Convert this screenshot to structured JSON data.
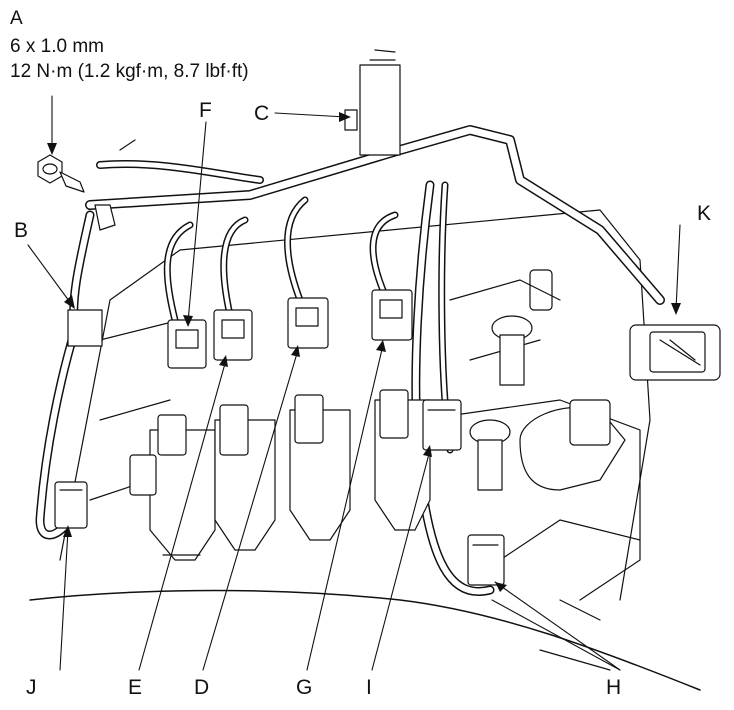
{
  "spec": {
    "letter": "A",
    "size": "6 x 1.0 mm",
    "torque": "12 N·m (1.2 kgf·m, 8.7 lbf·ft)"
  },
  "labels": {
    "B": "B",
    "C": "C",
    "D": "D",
    "E": "E",
    "F": "F",
    "G": "G",
    "H": "H",
    "I": "I",
    "J": "J",
    "K": "K"
  },
  "colors": {
    "line": "#111111",
    "fill": "#ffffff",
    "shade": "#e6e6e6"
  }
}
